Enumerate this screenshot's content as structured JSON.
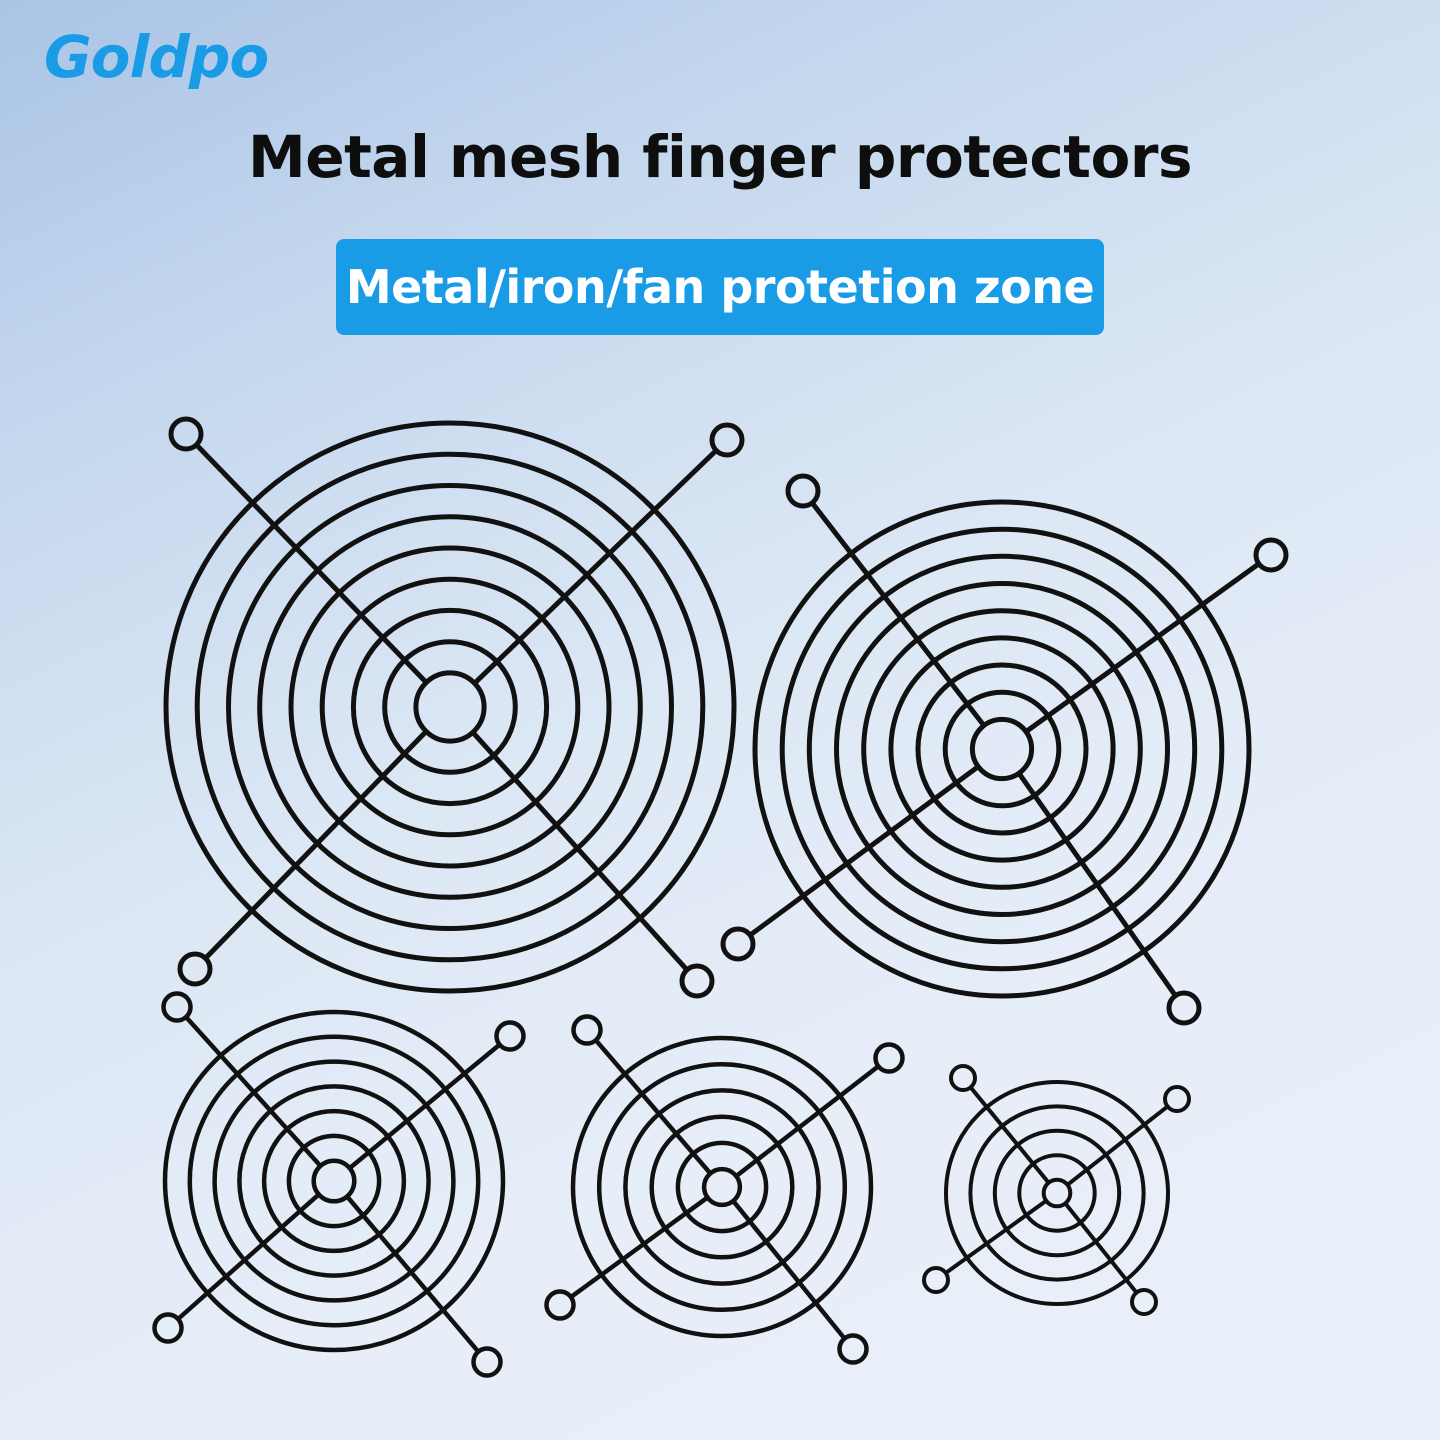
{
  "brand": {
    "name": "Goldpo",
    "color": "#1a9be6"
  },
  "heading": {
    "title": "Metal mesh finger protectors"
  },
  "banner": {
    "label": "Metal/iron/fan protetion zone",
    "color": "#1a9be6"
  },
  "product": {
    "guard_count": 5,
    "wire_color": "#111111"
  }
}
